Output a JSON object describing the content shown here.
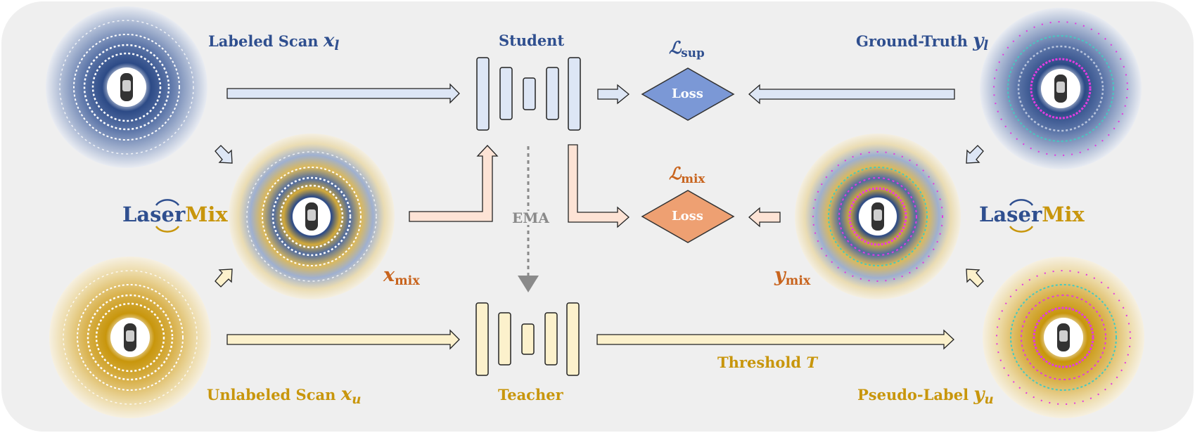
{
  "colors": {
    "background": "#efefef",
    "blue_text": "#2f4f8f",
    "gold_text": "#c8960c",
    "orange_text": "#c8641e",
    "blue_box": "#dde6f5",
    "gold_box": "#fcf1cc",
    "orange_box": "#fde3d5",
    "loss_sup": "#7b98d6",
    "loss_mix": "#eea072"
  },
  "labels": {
    "labeled_scan": "Labeled Scan",
    "labeled_var": "x",
    "labeled_sub": "l",
    "unlabeled_scan": "Unlabeled Scan",
    "unlabeled_var": "x",
    "unlabeled_sub": "u",
    "student": "Student",
    "teacher": "Teacher",
    "ema": "EMA",
    "ground_truth": "Ground-Truth",
    "gt_var": "y",
    "gt_sub": "l",
    "pseudo_label": "Pseudo-Label",
    "pl_var": "y",
    "pl_sub": "u",
    "threshold": "Threshold",
    "threshold_var": "T",
    "x_mix_var": "x",
    "x_mix_sub": "mix",
    "y_mix_var": "y",
    "y_mix_sub": "mix",
    "loss_sup_var": "ℒ",
    "loss_sup_sub": "sup",
    "loss_mix_var": "ℒ",
    "loss_mix_sub": "mix",
    "loss_text_1": "Loss",
    "loss_text_2": "Loss"
  },
  "logo": {
    "left_part": "Laser",
    "right_part": "Mix"
  }
}
